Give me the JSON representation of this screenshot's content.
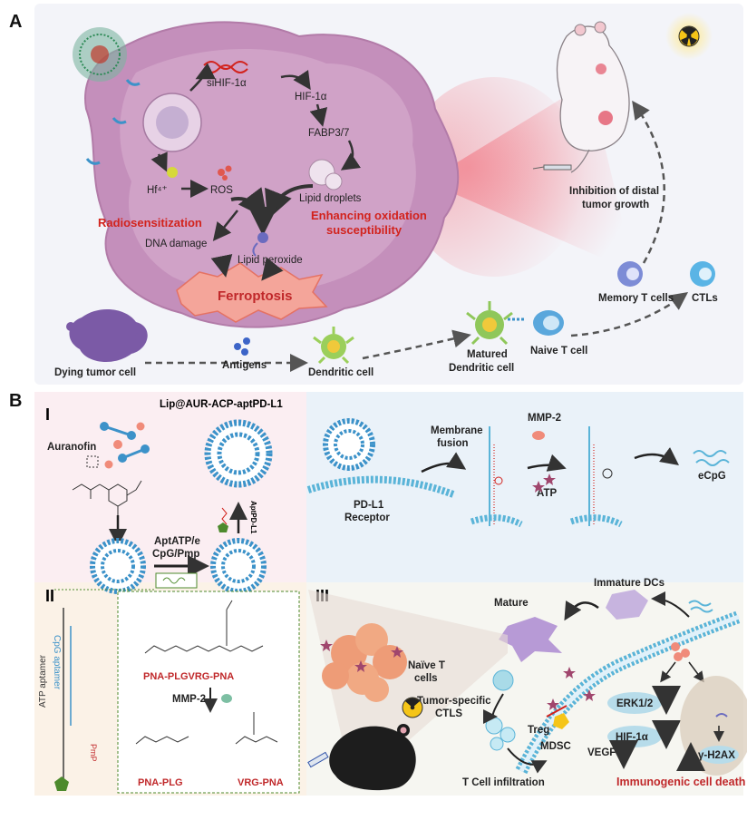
{
  "panel_a": {
    "letter": "A",
    "labels": {
      "sihif": "siHIF-1α",
      "hif": "HIF-1α",
      "fabp": "FABP3/7",
      "hf": "Hf⁴⁺",
      "ros": "ROS",
      "lipid_droplets": "Lipid droplets",
      "radiosens": "Radiosensitization",
      "enhancing_1": "Enhancing oxidation",
      "enhancing_2": "susceptibility",
      "dna": "DNA damage",
      "lipid_perox": "Lipid peroxide",
      "ferroptosis": "Ferroptosis",
      "dying": "Dying tumor cell",
      "antigens": "Antigens",
      "dendritic": "Dendritic cell",
      "matured_1": "Matured",
      "matured_2": "Dendritic cell",
      "naive": "Naive T cell",
      "memory": "Memory T cells",
      "ctls": "CTLs",
      "inhib_1": "Inhibition of distal",
      "inhib_2": "tumor growth"
    }
  },
  "panel_b": {
    "letter": "B",
    "roman_1": "I",
    "roman_2": "II",
    "roman_3": "III",
    "labels": {
      "lip_title": "Lip@AUR-ACP-aptPD-L1",
      "auranofin": "Auranofin",
      "apt_1": "AptATP/e",
      "apt_2": "CpG/Pmp",
      "aptpd_vert": "AptPD-L1",
      "cpg_aptamer": "CpG aptamer",
      "atp_aptamer": "ATP aptamer",
      "pmp": "PmP",
      "pna_top": "PNA-PLGVRG-PNA",
      "mmp2_left": "MMP-2",
      "pna_plg": "PNA-PLG",
      "vrg_pna": "VRG-PNA",
      "membrane_1": "Membrane",
      "membrane_2": "fusion",
      "pdl1_1": "PD-L1",
      "pdl1_2": "Receptor",
      "mmp2_top": "MMP-2",
      "atp": "ATP",
      "ecpg": "eCpG",
      "immature": "Immature DCs",
      "mature": "Mature",
      "naive_t_1": "Naïve T",
      "naive_t_2": "cells",
      "tumor_spec_1": "Tumor-specific",
      "tumor_spec_2": "CTLS",
      "treg": "Treg",
      "mdsc": "MDSC",
      "erk": "ERK1/2",
      "hif": "HIF-1α",
      "vegf": "VEGF",
      "gamma": "γ-H2AX",
      "tcell": "T Cell infiltration",
      "icd": "Immunogenic cell death"
    }
  },
  "colors": {
    "tumor_cell": "#c08ab5",
    "tumor_cell_light": "#d9b3cf",
    "arrow": "#333333",
    "red_text": "#d2231d",
    "dashed": "#555555",
    "liposome_blue": "#3c92c9",
    "panel_b_bg": "#e8f1f8",
    "panel_b1_bg": "#fbeef2"
  },
  "icons": [
    "radiation-icon",
    "syringe-icon",
    "mouse-icon",
    "liposome-icon",
    "dna-helix-icon",
    "dendritic-cell-icon",
    "t-cell-icon"
  ]
}
